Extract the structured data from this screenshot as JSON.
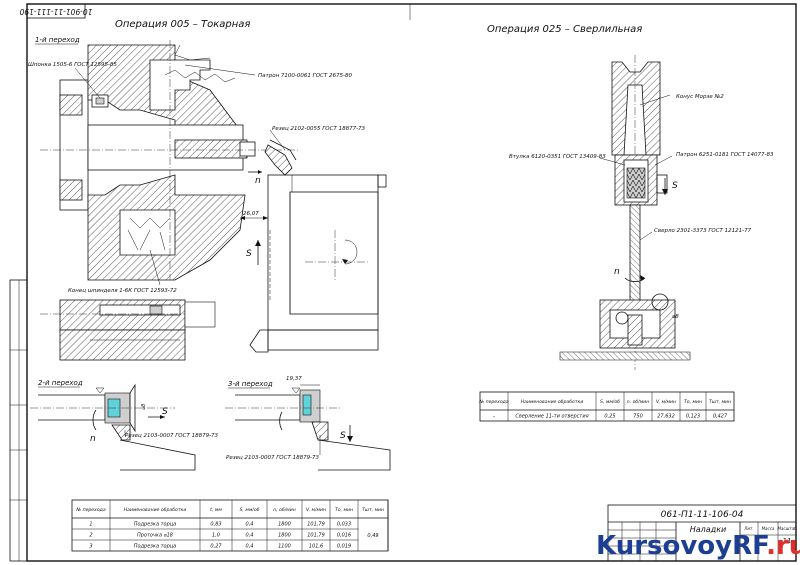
{
  "drawing": {
    "designation_rotated": "10-901-11-111-190",
    "operation_lathe_title": "Операция 005 – Токарная",
    "operation_drill_title": "Операция 025 – Сверлильная",
    "step1_label": "1-й переход",
    "step2_label": "2-й переход",
    "step3_label": "3-й переход"
  },
  "callouts": {
    "key": "Шпонка 1505-6 ГОСТ 12595-85",
    "chuck": "Патрон 7100-0061 ГОСТ 2675-80",
    "cutter1": "Резец 2102-0055 ГОСТ 18877-73",
    "spindle": "Конец шпинделя 1-6К ГОСТ 12593-72",
    "cutter2": "Резец 2103-0007 ГОСТ 18879-73",
    "cutter3": "Резец 2103-0007 ГОСТ 18879-73",
    "morse": "Конус Морзе №2",
    "sleeve": "Втулка 6120-0351 ГОСТ 13409-83",
    "drill_chuck": "Патрон 6251-0181 ГОСТ 14077-83",
    "drill": "Сверло 2301-3373 ГОСТ 12121-77"
  },
  "dimensions": {
    "d1": "26,07",
    "d2": "19,37",
    "d3": "⌀8",
    "d4": "⌀8"
  },
  "motion_labels": {
    "n": "n",
    "s": "S"
  },
  "drill_table": {
    "headers": [
      "№ перехода",
      "Наименование обработки",
      "S, мм/об",
      "n, об/мин",
      "V, м/мин",
      "Tо, мин",
      "Tшт, мин"
    ],
    "rows": [
      [
        "-",
        "Сверление 11-ти отверстия",
        "0,25",
        "750",
        "27,632",
        "0,123",
        "0,427"
      ]
    ]
  },
  "lathe_table": {
    "headers": [
      "№ перехода",
      "Наименование обработки",
      "t, мм",
      "S, мм/об",
      "n, об/мин",
      "V, м/мин",
      "Tо, мин",
      "Tшт, мин"
    ],
    "rows": [
      [
        "1",
        "Подрезка торца",
        "0,83",
        "0,4",
        "1800",
        "101,79",
        "0,033"
      ],
      [
        "2",
        "Проточка ⌀18",
        "1,0",
        "0,4",
        "1800",
        "101,79",
        "0,016"
      ],
      [
        "3",
        "Подрезка торца",
        "0,27",
        "0,4",
        "1100",
        "101,6",
        "0,019"
      ]
    ],
    "tsht_total": "0,49"
  },
  "title_block": {
    "doc_code": "061-П1-11-106-04",
    "name": "Наладки",
    "sheet_num": "11",
    "col_lit": "Лит.",
    "col_mass": "Масса",
    "col_scale": "Масштаб"
  },
  "watermark": {
    "text_main": "KursovoyRF",
    "text_tld": ".ru"
  },
  "colors": {
    "watermark_blue": "#1d3f93",
    "watermark_red": "#e0302b",
    "accent_cyan": "#5fd3d9"
  }
}
